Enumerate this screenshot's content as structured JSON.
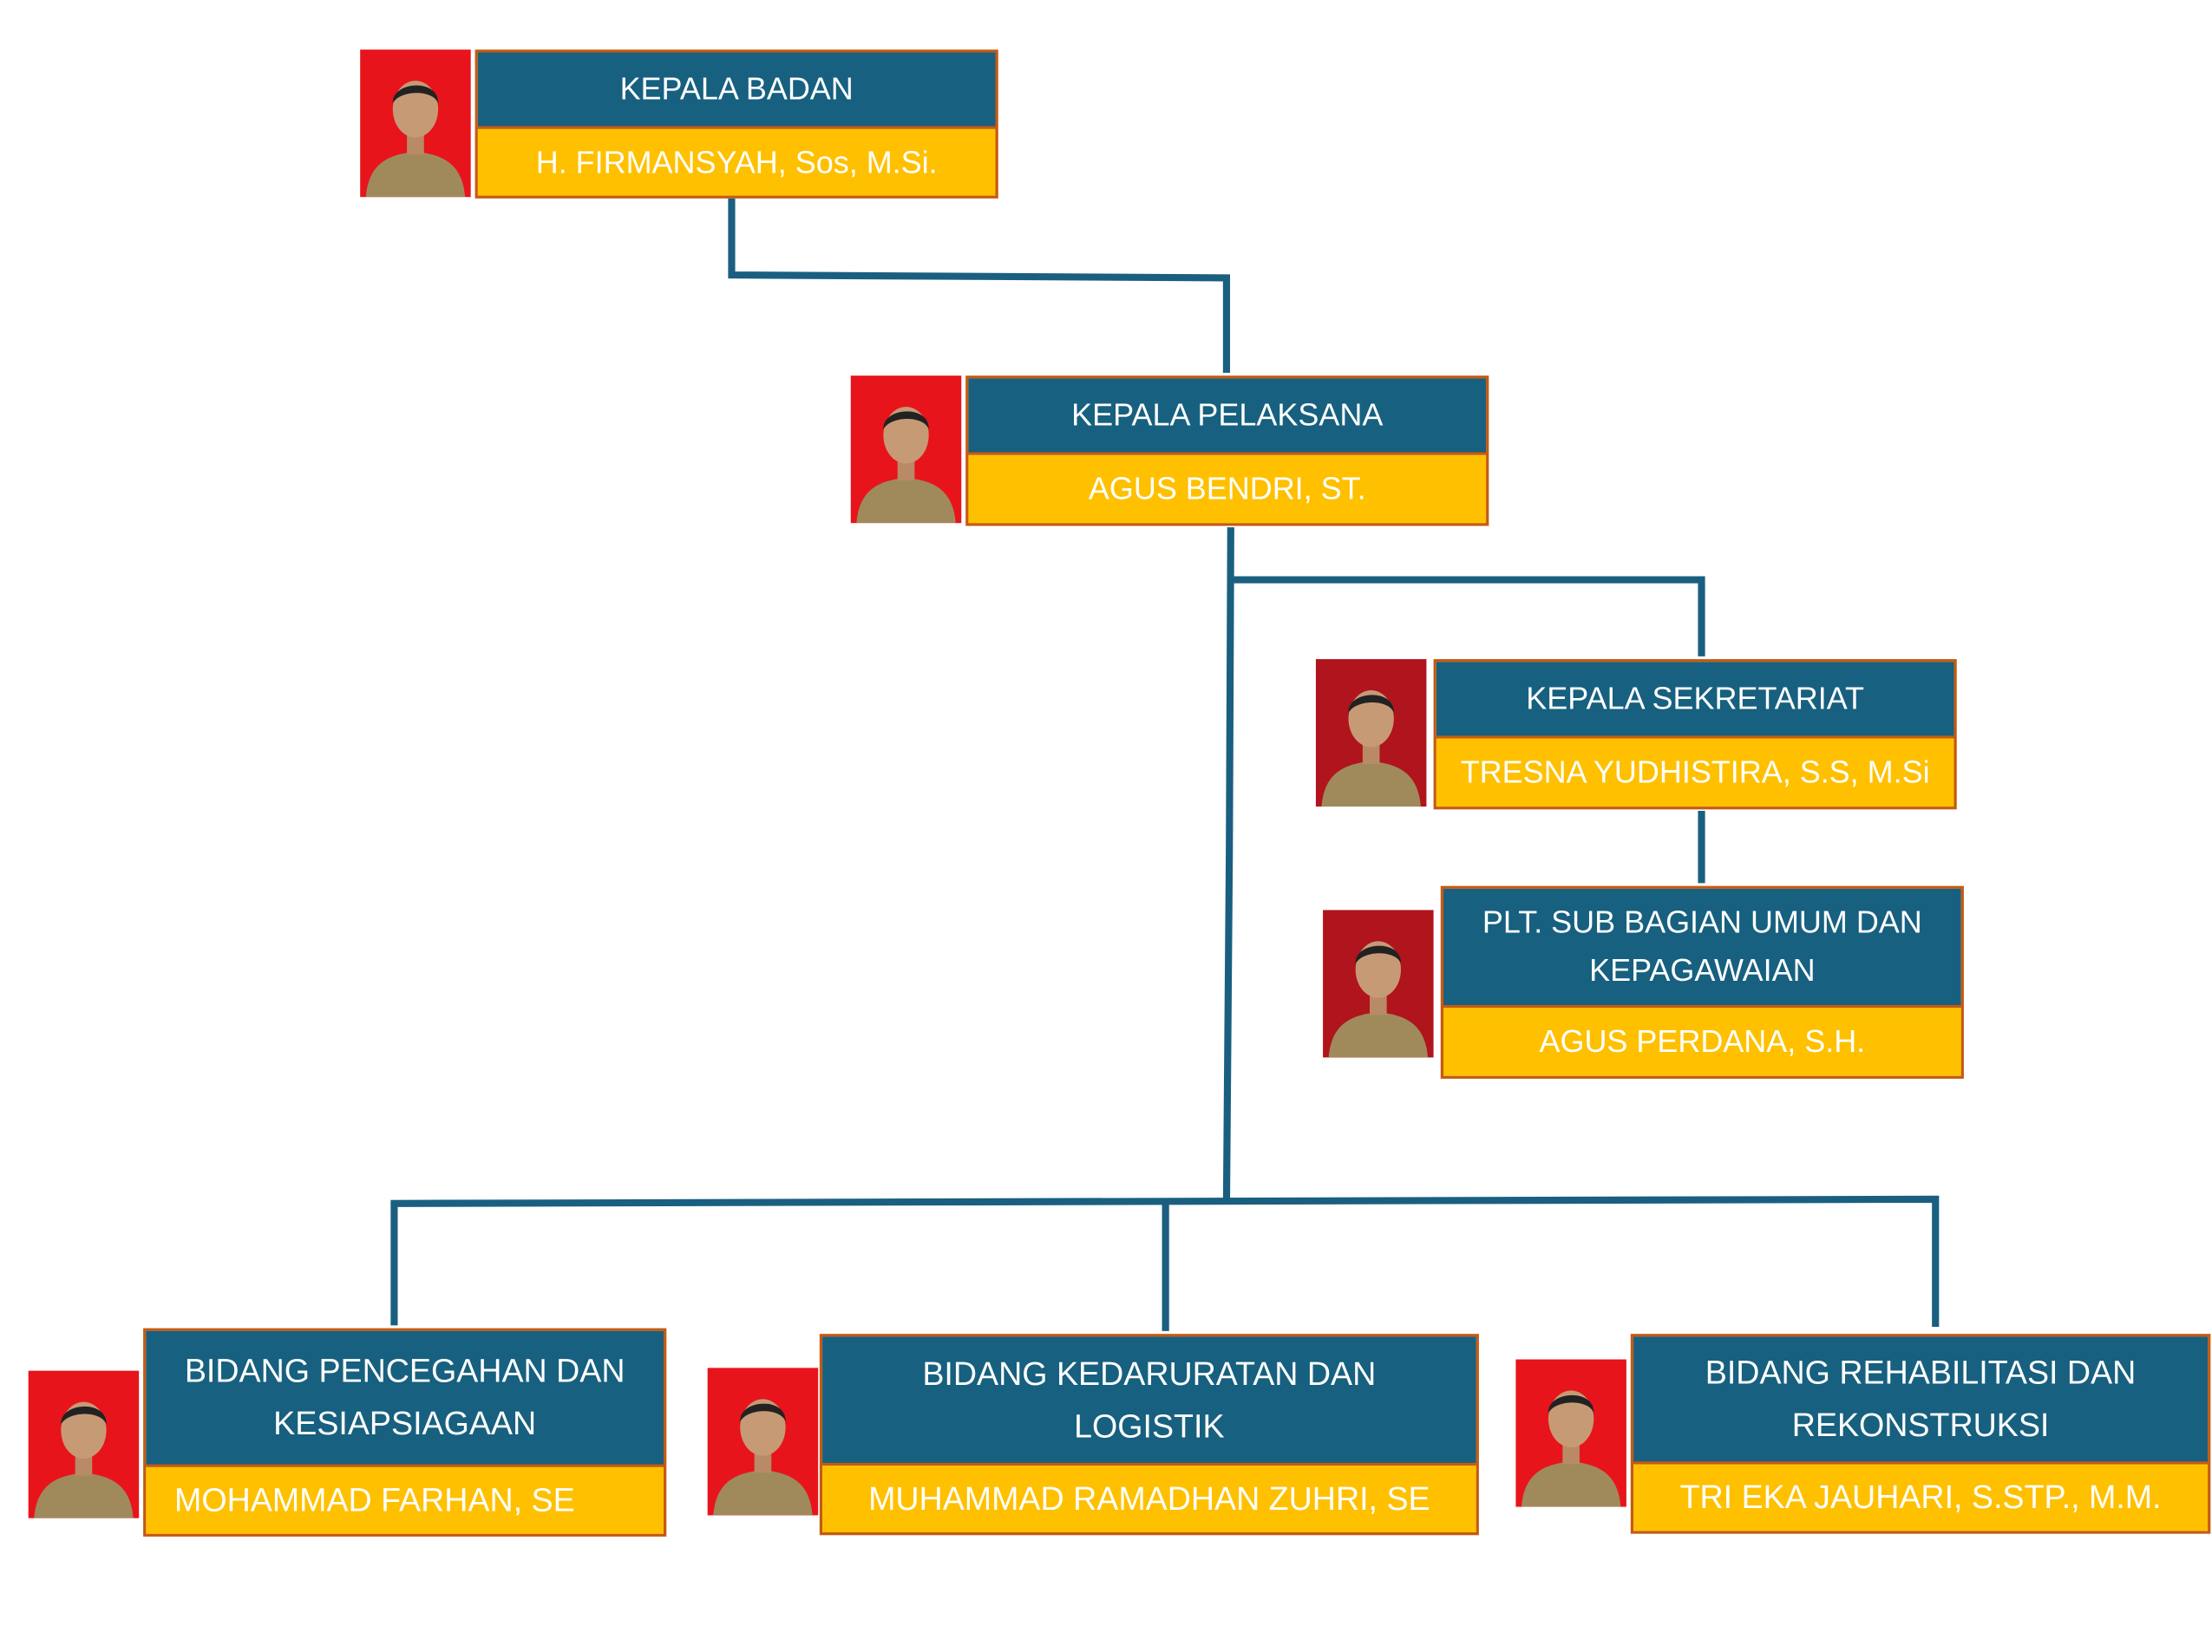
{
  "colors": {
    "header": "#17607f",
    "name": "#ffc000",
    "border": "#c55a11",
    "line": "#1a5f80",
    "photo_bg": "#e8141b",
    "photo_bg_dark": "#b0141c"
  },
  "nodes": [
    {
      "id": "kepala-badan",
      "title": "KEPALA BADAN",
      "name": "H. FIRMANSYAH, Sos, M.Si."
    },
    {
      "id": "kepala-pelaksana",
      "title": "KEPALA PELAKSANA",
      "name": "AGUS BENDRI, ST."
    },
    {
      "id": "kepala-sekretariat",
      "title": "KEPALA SEKRETARIAT",
      "name": "TRESNA YUDHISTIRA, S.S, M.Si"
    },
    {
      "id": "sub-bagian-umum",
      "title": "PLT. SUB BAGIAN UMUM DAN KEPAGAWAIAN",
      "name": "AGUS PERDANA, S.H."
    },
    {
      "id": "bidang-pencegahan",
      "title": "BIDANG PENCEGAHAN DAN KESIAPSIAGAAN",
      "name": "MOHAMMAD FARHAN, SE"
    },
    {
      "id": "bidang-kedaruratan",
      "title": "BIDANG KEDARURATAN DAN LOGISTIK",
      "name": "MUHAMMAD RAMADHAN ZUHRI, SE"
    },
    {
      "id": "bidang-rehabilitasi",
      "title": "BIDANG REHABILITASI DAN REKONSTRUKSI",
      "name": "TRI EKA JAUHARI, S.STP., M.M."
    }
  ]
}
